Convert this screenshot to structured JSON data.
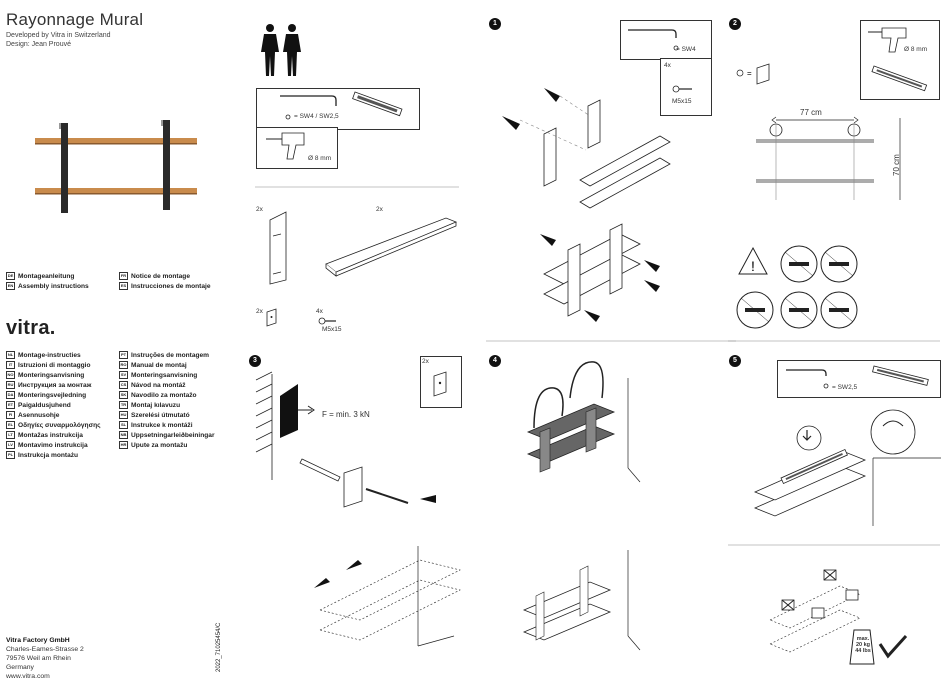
{
  "header": {
    "title": "Rayonnage Mural",
    "developed_by": "Developed by Vitra in Switzerland",
    "design": "Design: Jean Prouvé"
  },
  "languages_primary": [
    {
      "code": "DE",
      "label": "Montageanleitung"
    },
    {
      "code": "EN",
      "label": "Assembly instructions"
    },
    {
      "code": "FR",
      "label": "Notice de montage"
    },
    {
      "code": "ES",
      "label": "Instrucciones de montaje"
    }
  ],
  "brand": "vitra.",
  "languages_secondary_left": [
    {
      "code": "NL",
      "label": "Montage-instructies"
    },
    {
      "code": "IT",
      "label": "Istruzioni di montaggio"
    },
    {
      "code": "NO",
      "label": "Monteringsanvisning"
    },
    {
      "code": "RU",
      "label": "Инструкция за монтаж"
    },
    {
      "code": "DA",
      "label": "Monteringsvejledning"
    },
    {
      "code": "ET",
      "label": "Paigaldusjuhend"
    },
    {
      "code": "FI",
      "label": "Asennusohje"
    },
    {
      "code": "EL",
      "label": "Οδηγίες συναρμολόγησης"
    },
    {
      "code": "LT",
      "label": "Montažas instrukcija"
    },
    {
      "code": "LV",
      "label": "Montavimo instrukcija"
    },
    {
      "code": "PL",
      "label": "Instrukcja montażu"
    }
  ],
  "languages_secondary_right": [
    {
      "code": "PT",
      "label": "Instruções de montagem"
    },
    {
      "code": "RO",
      "label": "Manual de montaj"
    },
    {
      "code": "SV",
      "label": "Monteringsanvisning"
    },
    {
      "code": "CS",
      "label": "Návod na montáž"
    },
    {
      "code": "SK",
      "label": "Navodilo za montažo"
    },
    {
      "code": "TR",
      "label": "Montaj kılavuzu"
    },
    {
      "code": "HU",
      "label": "Szerelési útmutató"
    },
    {
      "code": "SL",
      "label": "Instrukce k montáži"
    },
    {
      "code": "NB",
      "label": "Uppsetningarleiðbeiningar"
    },
    {
      "code": "HR",
      "label": "Upute za montažu"
    }
  ],
  "address": {
    "company": "Vitra Factory GmbH",
    "street": "Charles-Eames-Strasse 2",
    "city": "79576 Weil am Rhein",
    "country": "Germany",
    "web": "www.vitra.com"
  },
  "doc_number": "2022_71025454/C",
  "tools": {
    "hex_key": "= SW4 / SW2,5",
    "drill": "Ø 8 mm"
  },
  "parts": {
    "bracket_qty": "2x",
    "shelf_qty": "2x",
    "clip_qty": "2x",
    "screw_qty": "4x",
    "screw_size": "M5x15"
  },
  "step1": {
    "number": "1",
    "hex_key": "= SW4",
    "screw_qty": "4x",
    "screw_size": "M5x15"
  },
  "step2": {
    "number": "2",
    "spacing": "77 cm",
    "height": "70 cm",
    "drill": "Ø 8 mm"
  },
  "step3": {
    "number": "3",
    "force": "F = min. 3 kN",
    "clip_qty": "2x"
  },
  "step4": {
    "number": "4"
  },
  "step5": {
    "number": "5",
    "hex_key": "= SW2,5",
    "max_label": "max.",
    "load_kg": "20 kg",
    "load_lbs": "44 lbs"
  },
  "colors": {
    "wood": "#c98b4c",
    "steel": "#2a2a2a",
    "ink": "#222222"
  }
}
